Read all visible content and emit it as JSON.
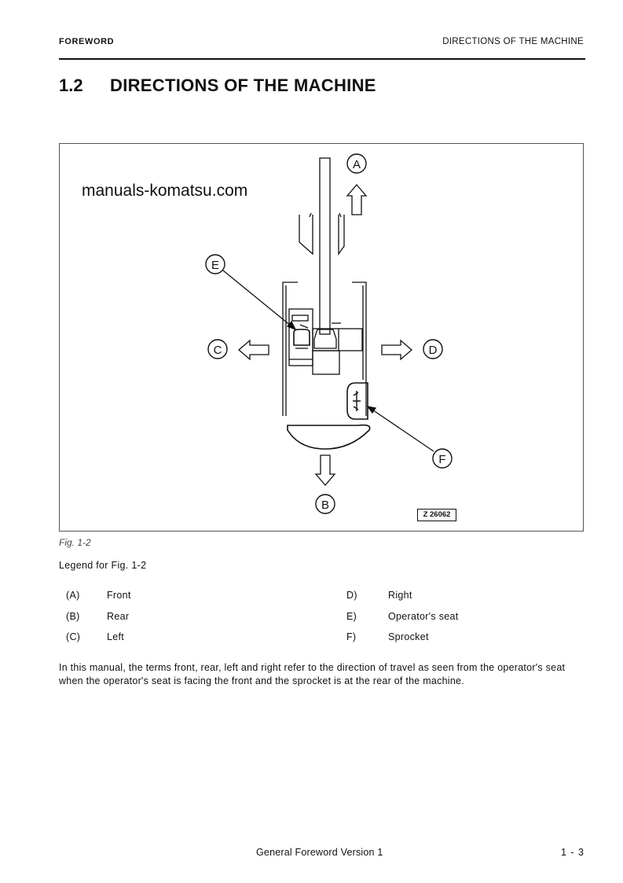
{
  "header": {
    "section": "FOREWORD",
    "chapter": "DIRECTIONS OF THE MACHINE"
  },
  "section": {
    "number": "1.2",
    "title": "DIRECTIONS OF THE MACHINE"
  },
  "figure": {
    "watermark": "manuals-komatsu.com",
    "labels": {
      "A": "A",
      "B": "B",
      "C": "C",
      "D": "D",
      "E": "E",
      "F": "F"
    },
    "code": "Z 26062",
    "caption": "Fig. 1-2"
  },
  "legend": {
    "title": "Legend for Fig. 1-2",
    "left": [
      {
        "key": "(A)",
        "text": "Front"
      },
      {
        "key": "(B)",
        "text": "Rear"
      },
      {
        "key": "(C)",
        "text": "Left"
      }
    ],
    "right": [
      {
        "key": "D)",
        "text": "Right"
      },
      {
        "key": "E)",
        "text": "Operator's seat"
      },
      {
        "key": "F)",
        "text": "Sprocket"
      }
    ]
  },
  "paragraph": "In this manual, the terms front, rear, left and right refer to the direction of travel as seen from the operator's seat when the operator's seat is facing the front and the sprocket is at the rear of the machine.",
  "footer": {
    "center": "General Foreword Version 1",
    "page": "1 - 3"
  }
}
